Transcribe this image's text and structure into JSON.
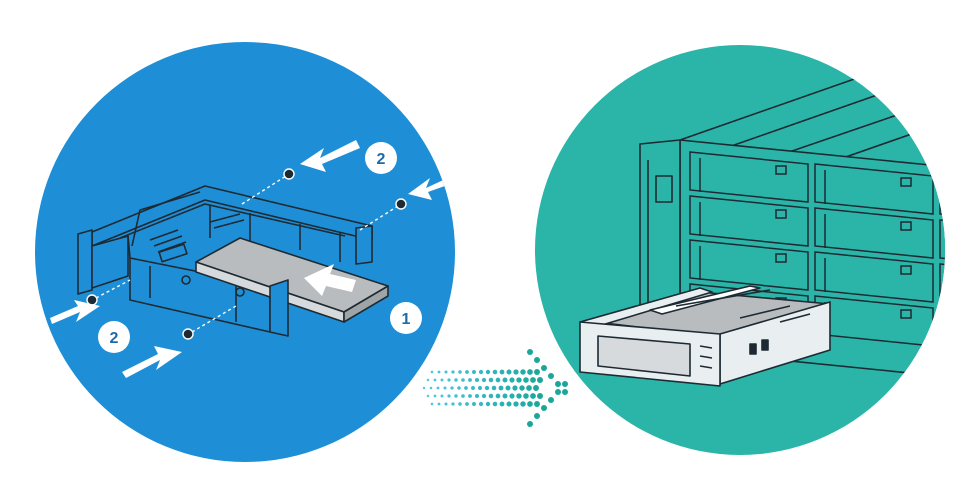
{
  "steps": [
    {
      "label": "1"
    },
    {
      "label": "2"
    },
    {
      "label": "2"
    }
  ],
  "colors": {
    "left_circle": "#1e8fd6",
    "right_circle": "#2ab5a8",
    "badge_fill": "#ffffff",
    "badge_text": "#1e6aa8",
    "line_art": "#1d2a33",
    "tray_fill": "#e9eef1",
    "drive_fill": "#b8bcbf",
    "arrow_white": "#ffffff",
    "dot_arrow_light": "#4ec9e6",
    "dot_arrow_dark": "#1aa79a"
  },
  "icons": {
    "insert_arrow": "arrow-right-icon",
    "transition": "dotted-arrow-right-icon"
  }
}
